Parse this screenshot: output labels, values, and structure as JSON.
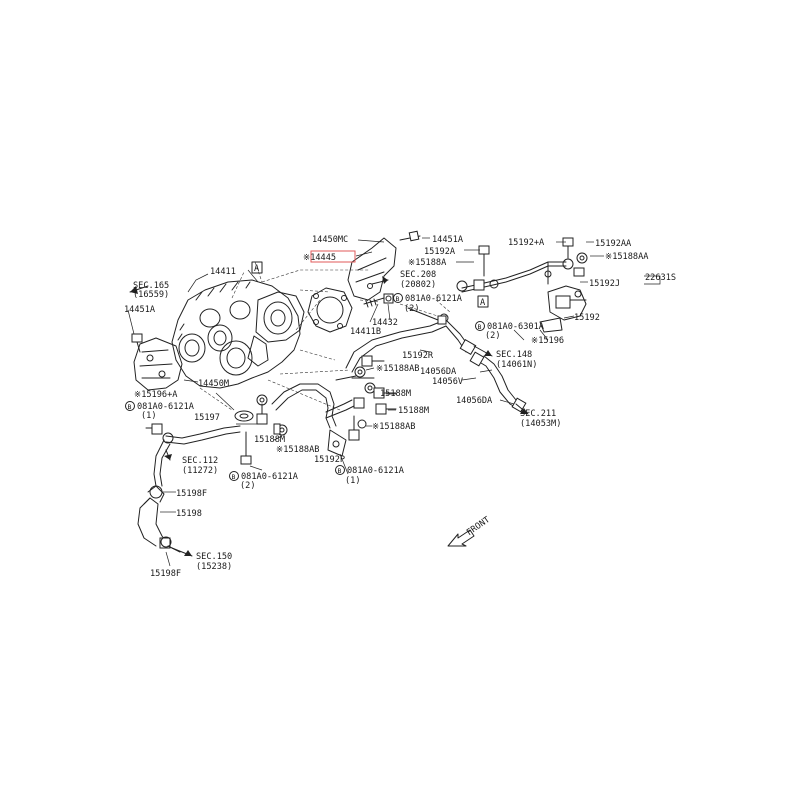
{
  "labels": {
    "l14450mc": "14450MC",
    "l14451a_top": "14451A",
    "l14445": "※14445",
    "l15192a": "15192A",
    "l15192plusa": "15192+A",
    "l15192aa": "15192AA",
    "l15188a": "※15188A",
    "l15188aa": "※15188AA",
    "l22631s": "22631S",
    "l15192j": "15192J",
    "l14411": "14411",
    "boxA1": "A",
    "boxA2": "A",
    "lsec208": "SEC.208",
    "lsec208sub": "(20802)",
    "lbolt1": "081A0-6121A",
    "lbolt1q": "(2)",
    "lsec165": "SEC.165",
    "lsec165sub": "(16559)",
    "l14451a_left": "14451A",
    "l14432": "14432",
    "l14411b": "14411B",
    "lbolt2": "081A0-6301A",
    "lbolt2q": "(2)",
    "l15192": "15192",
    "l15196": "※15196",
    "l15192r": "15192R",
    "lsec148": "SEC.148",
    "lsec148sub": "(14061N)",
    "l14056da_1": "14056DA",
    "l14056v": "14056V",
    "l14056da_2": "14056DA",
    "l15188ab_1": "※15188AB",
    "l15188m_1": "15188M",
    "l15188m_2": "15188M",
    "l15188ab_2": "※15188AB",
    "lsec211": "SEC.211",
    "lsec211sub": "(14053M)",
    "l14450m": "14450M",
    "l15196plusa": "※15196+A",
    "lbolt3": "081A0-6121A",
    "lbolt3q": "(1)",
    "l15197": "15197",
    "l15188m_3": "15188M",
    "l15188ab_3": "※15188AB",
    "l15192p": "15192P",
    "lbolt4": "081A0-6121A",
    "lbolt4q": "(1)",
    "lsec112": "SEC.112",
    "lsec112sub": "(11272)",
    "lbolt5": "081A0-6121A",
    "lbolt5q": "(2)",
    "l15198f_1": "15198F",
    "l15198": "15198",
    "lsec150": "SEC.150",
    "lsec150sub": "(15238)",
    "l15198f_2": "15198F",
    "lfront": "FRONT",
    "bmark": "B"
  }
}
